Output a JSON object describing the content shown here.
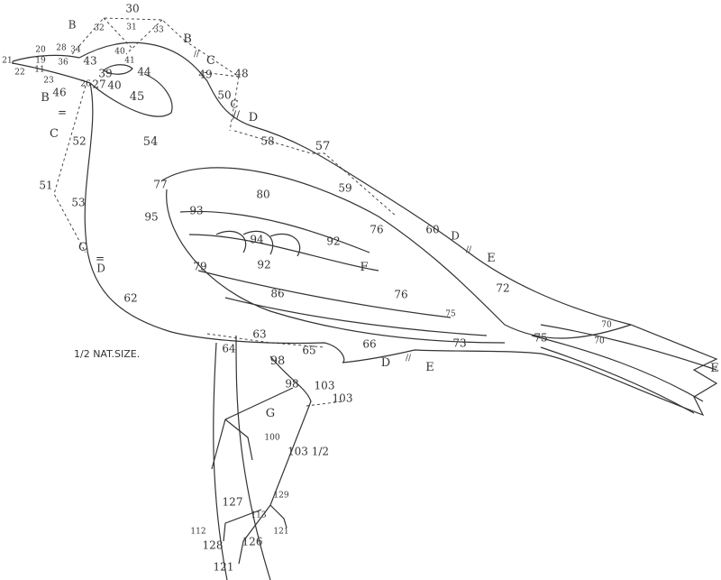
{
  "title_note": "1/2 NAT.SIZE.",
  "labels": [
    "30",
    "B",
    "32",
    "31",
    "33",
    "B",
    "20",
    "28",
    "34",
    "40",
    "21",
    "19",
    "36",
    "43",
    "41",
    "//",
    "C",
    "48",
    "22",
    "11",
    "39",
    "44",
    "49",
    "23",
    "26",
    "27",
    "40",
    "B",
    "46",
    "45",
    "50",
    "C",
    "//",
    "D",
    "C",
    "52",
    "54",
    "58",
    "57",
    "51",
    "53",
    "77",
    "80",
    "59",
    "93",
    "95",
    "60",
    "D",
    "//",
    "E",
    "76",
    "94",
    "92",
    "C",
    "=",
    "D",
    "79",
    "92",
    "F",
    "72",
    "86",
    "76",
    "62",
    "75",
    "70",
    "70",
    "75",
    "63",
    "64",
    "65",
    "66",
    "73",
    "98",
    "D",
    "//",
    "E",
    "E",
    "98",
    "103",
    "103",
    "G",
    "100",
    "103 1/2",
    "127",
    "129",
    "113",
    "112",
    "121",
    "128",
    "126",
    "121",
    "="
  ],
  "stroke_color": "#333333"
}
